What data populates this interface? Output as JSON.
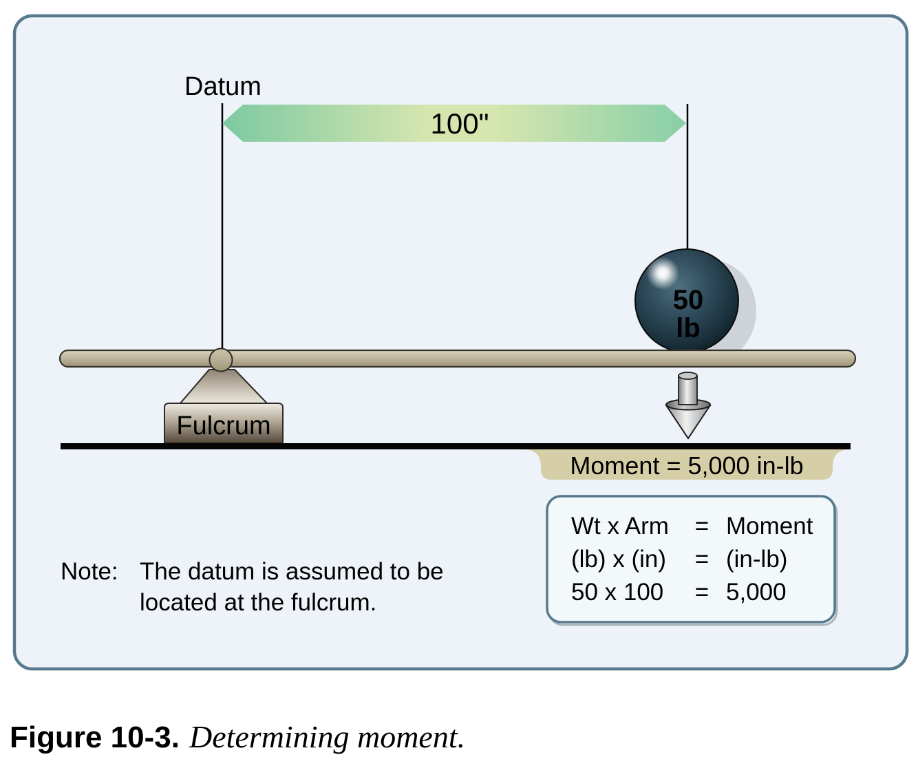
{
  "figure": {
    "caption_label": "Figure 10-3.",
    "caption_text": "Determining moment."
  },
  "diagram": {
    "datum_label": "Datum",
    "arm_label": "100\"",
    "weight": {
      "value": "50",
      "unit": "lb"
    },
    "fulcrum_label": "Fulcrum",
    "moment_label": "Moment = 5,000 in-lb",
    "note": {
      "prefix": "Note:",
      "line1": "The datum is assumed to be",
      "line2": "located at the fulcrum."
    },
    "formula": {
      "rows": [
        {
          "left": "Wt x Arm",
          "eq": "=",
          "right": "Moment"
        },
        {
          "left": "(lb) x (in)",
          "eq": "=",
          "right": "(in-lb)"
        },
        {
          "left": "50 x 100",
          "eq": "=",
          "right": "5,000"
        }
      ]
    },
    "palette": {
      "panel_background": "#edf3f8",
      "panel_border": "#57798e",
      "arm_band_green": "#7cc9a2",
      "arm_band_pale": "#d7e6af",
      "weight_ball_dark": "#1b323e",
      "beam_tan": "#beb59c",
      "fulcrum_base_dark": "#5d5140",
      "moment_tab_tan": "#d6cea7",
      "ground_black": "#050505",
      "text_black": "#000000",
      "text_white": "#ffffff"
    }
  }
}
